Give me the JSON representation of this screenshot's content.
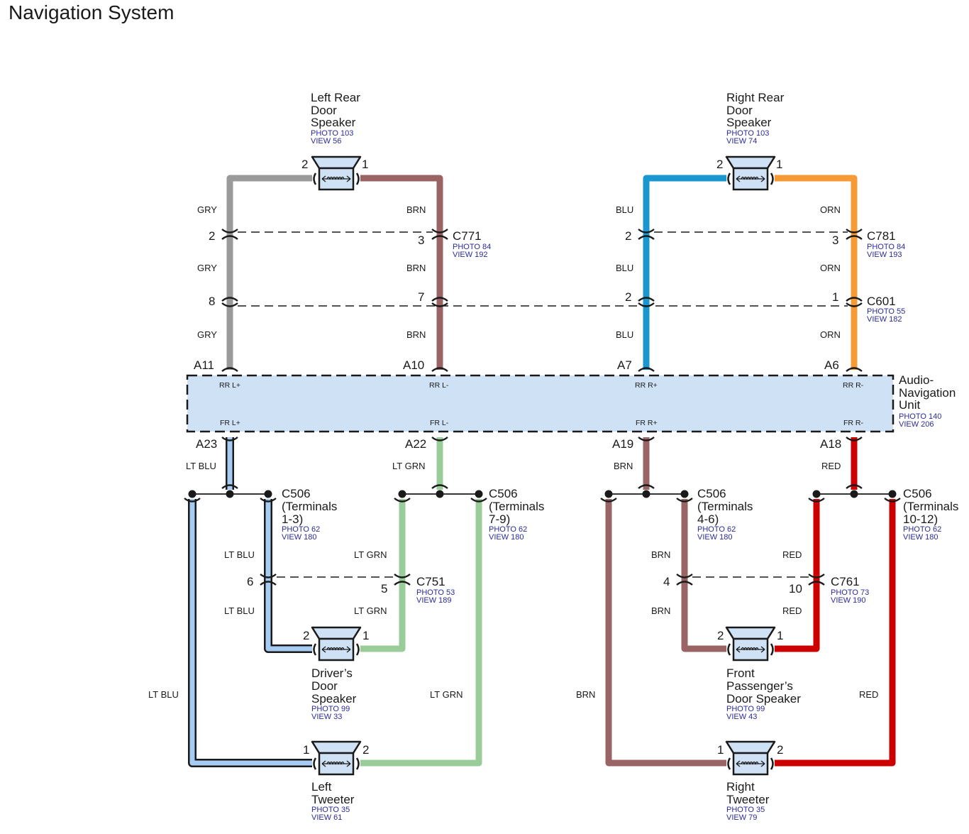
{
  "page_title": "Navigation System",
  "colors": {
    "GRY": "#9a9a9a",
    "BRN": "#9a6464",
    "BLU": "#1a97cf",
    "ORN": "#f59a35",
    "LT BLU": "#a6ccf4",
    "LT GRN": "#99cc99",
    "RED": "#cc0000",
    "component_fill": "#cfe1f4",
    "ref_text": "#2b2b9a"
  },
  "components": {
    "left_rear_speaker": {
      "name_lines": [
        "Left Rear",
        "Door",
        "Speaker"
      ],
      "photo": "PHOTO 103",
      "view": "VIEW 56",
      "pin_left": "2",
      "pin_right": "1"
    },
    "right_rear_speaker": {
      "name_lines": [
        "Right Rear",
        "Door",
        "Speaker"
      ],
      "photo": "PHOTO 103",
      "view": "VIEW 74",
      "pin_left": "2",
      "pin_right": "1"
    },
    "drivers_speaker": {
      "name_lines": [
        "Driver’s",
        "Door",
        "Speaker"
      ],
      "photo": "PHOTO 99",
      "view": "VIEW 33",
      "pin_left": "2",
      "pin_right": "1"
    },
    "passenger_speaker": {
      "name_lines": [
        "Front",
        "Passenger’s",
        "Door Speaker"
      ],
      "photo": "PHOTO 99",
      "view": "VIEW 43",
      "pin_left": "2",
      "pin_right": "1"
    },
    "left_tweeter": {
      "name_lines": [
        "Left",
        "Tweeter"
      ],
      "photo": "PHOTO 35",
      "view": "VIEW 61",
      "pin_left": "1",
      "pin_right": "2"
    },
    "right_tweeter": {
      "name_lines": [
        "Right",
        "Tweeter"
      ],
      "photo": "PHOTO 35",
      "view": "VIEW 79",
      "pin_left": "1",
      "pin_right": "2"
    },
    "audio_nav_unit": {
      "name_lines": [
        "Audio-",
        "Navigation",
        "Unit"
      ],
      "photo": "PHOTO 140",
      "view": "VIEW 206",
      "top_pins": [
        {
          "terminal": "A11",
          "signal": "RR L+"
        },
        {
          "terminal": "A10",
          "signal": "RR L-"
        },
        {
          "terminal": "A7",
          "signal": "RR R+"
        },
        {
          "terminal": "A6",
          "signal": "RR R-"
        }
      ],
      "bottom_pins": [
        {
          "terminal": "A23",
          "signal": "FR L+"
        },
        {
          "terminal": "A22",
          "signal": "FR L-"
        },
        {
          "terminal": "A19",
          "signal": "FR R+"
        },
        {
          "terminal": "A18",
          "signal": "FR R-"
        }
      ]
    }
  },
  "connectors": {
    "C771": {
      "name": "C771",
      "photo": "PHOTO 84",
      "view": "VIEW 192",
      "pins": [
        "2",
        "3"
      ]
    },
    "C781": {
      "name": "C781",
      "photo": "PHOTO 84",
      "view": "VIEW 193",
      "pins": [
        "2",
        "3"
      ]
    },
    "C601": {
      "name": "C601",
      "photo": "PHOTO 55",
      "view": "VIEW 182",
      "pins": [
        "8",
        "7",
        "2",
        "1"
      ]
    },
    "C751": {
      "name": "C751",
      "photo": "PHOTO 53",
      "view": "VIEW 189",
      "pins": [
        "6",
        "5"
      ]
    },
    "C761": {
      "name": "C761",
      "photo": "PHOTO 73",
      "view": "VIEW 190",
      "pins": [
        "4",
        "10"
      ]
    },
    "C506_1_3": {
      "name_lines": [
        "C506",
        "(Terminals",
        "1-3)"
      ],
      "photo": "PHOTO 62",
      "view": "VIEW 180"
    },
    "C506_7_9": {
      "name_lines": [
        "C506",
        "(Terminals",
        "7-9)"
      ],
      "photo": "PHOTO 62",
      "view": "VIEW 180"
    },
    "C506_4_6": {
      "name_lines": [
        "C506",
        "(Terminals",
        "4-6)"
      ],
      "photo": "PHOTO 62",
      "view": "VIEW 180"
    },
    "C506_10_12": {
      "name_lines": [
        "C506",
        "(Terminals",
        "10-12)"
      ],
      "photo": "PHOTO 62",
      "view": "VIEW 180"
    }
  },
  "wire_labels": {
    "gry": "GRY",
    "brn": "BRN",
    "blu": "BLU",
    "orn": "ORN",
    "lt_blu": "LT BLU",
    "lt_grn": "LT GRN",
    "red": "RED"
  }
}
